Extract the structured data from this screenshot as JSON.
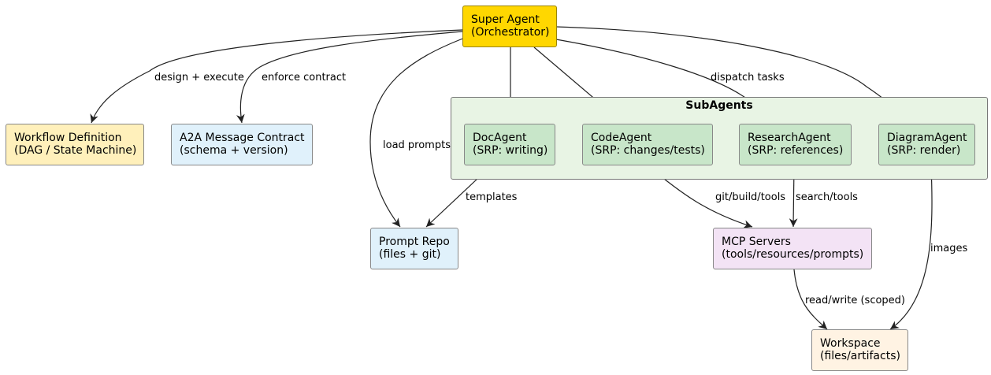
{
  "colors": {
    "orchestrator": "#ffd700",
    "workflow": "#fff0bb",
    "contract": "#e0f1fb",
    "prompt_repo": "#e0f1fb",
    "subagent": "#c8e6c9",
    "cluster": "#e8f4e4",
    "mcp": "#f3e3f5",
    "workspace": "#fff3e3"
  },
  "nodes": {
    "super_agent": {
      "line1": "Super Agent",
      "line2": "(Orchestrator)"
    },
    "workflow": {
      "line1": "Workflow Definition",
      "line2": "(DAG / State Machine)"
    },
    "contract": {
      "line1": "A2A Message Contract",
      "line2": "(schema + version)"
    },
    "doc_agent": {
      "line1": "DocAgent",
      "line2": "(SRP: writing)"
    },
    "code_agent": {
      "line1": "CodeAgent",
      "line2": "(SRP: changes/tests)"
    },
    "research_agent": {
      "line1": "ResearchAgent",
      "line2": "(SRP: references)"
    },
    "diagram_agent": {
      "line1": "DiagramAgent",
      "line2": "(SRP: render)"
    },
    "prompt_repo": {
      "line1": "Prompt Repo",
      "line2": "(files + git)"
    },
    "mcp_servers": {
      "line1": "MCP Servers",
      "line2": "(tools/resources/prompts)"
    },
    "workspace": {
      "line1": "Workspace",
      "line2": "(files/artifacts)"
    }
  },
  "cluster": {
    "title": "SubAgents"
  },
  "edge_labels": {
    "design_execute": "design + execute",
    "enforce_contract": "enforce contract",
    "load_prompts": "load prompts",
    "dispatch_tasks": "dispatch tasks",
    "templates": "templates",
    "git_build_tools": "git/build/tools",
    "search_tools": "search/tools",
    "images": "images",
    "read_write": "read/write (scoped)"
  }
}
